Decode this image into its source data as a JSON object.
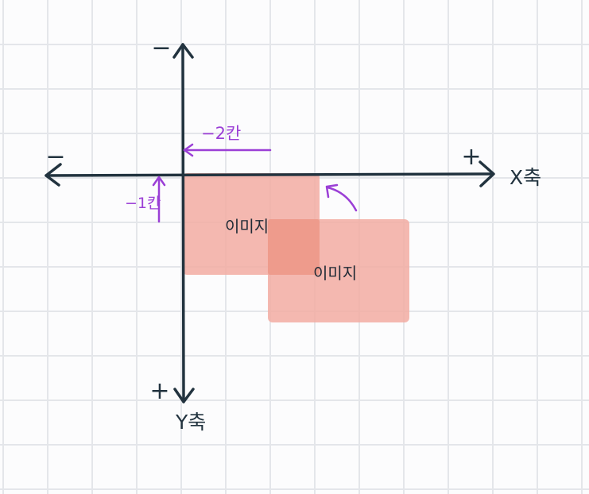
{
  "diagram": {
    "axes": {
      "x_label": "X축",
      "y_label": "Y축",
      "x_negative_sign": "−",
      "x_positive_sign": "+",
      "y_negative_sign": "−",
      "y_positive_sign": "+"
    },
    "annotations": {
      "shift_x": "−2칸",
      "shift_y": "−1칸"
    },
    "images": [
      {
        "label": "이미지"
      },
      {
        "label": "이미지"
      }
    ],
    "colors": {
      "grid": "#e4e6ea",
      "axis": "#22333f",
      "annotation": "#9b3fd6",
      "image_fill": "#f2aca2",
      "image_overlap": "#ee9b8c",
      "text": "#1f2a35"
    }
  }
}
